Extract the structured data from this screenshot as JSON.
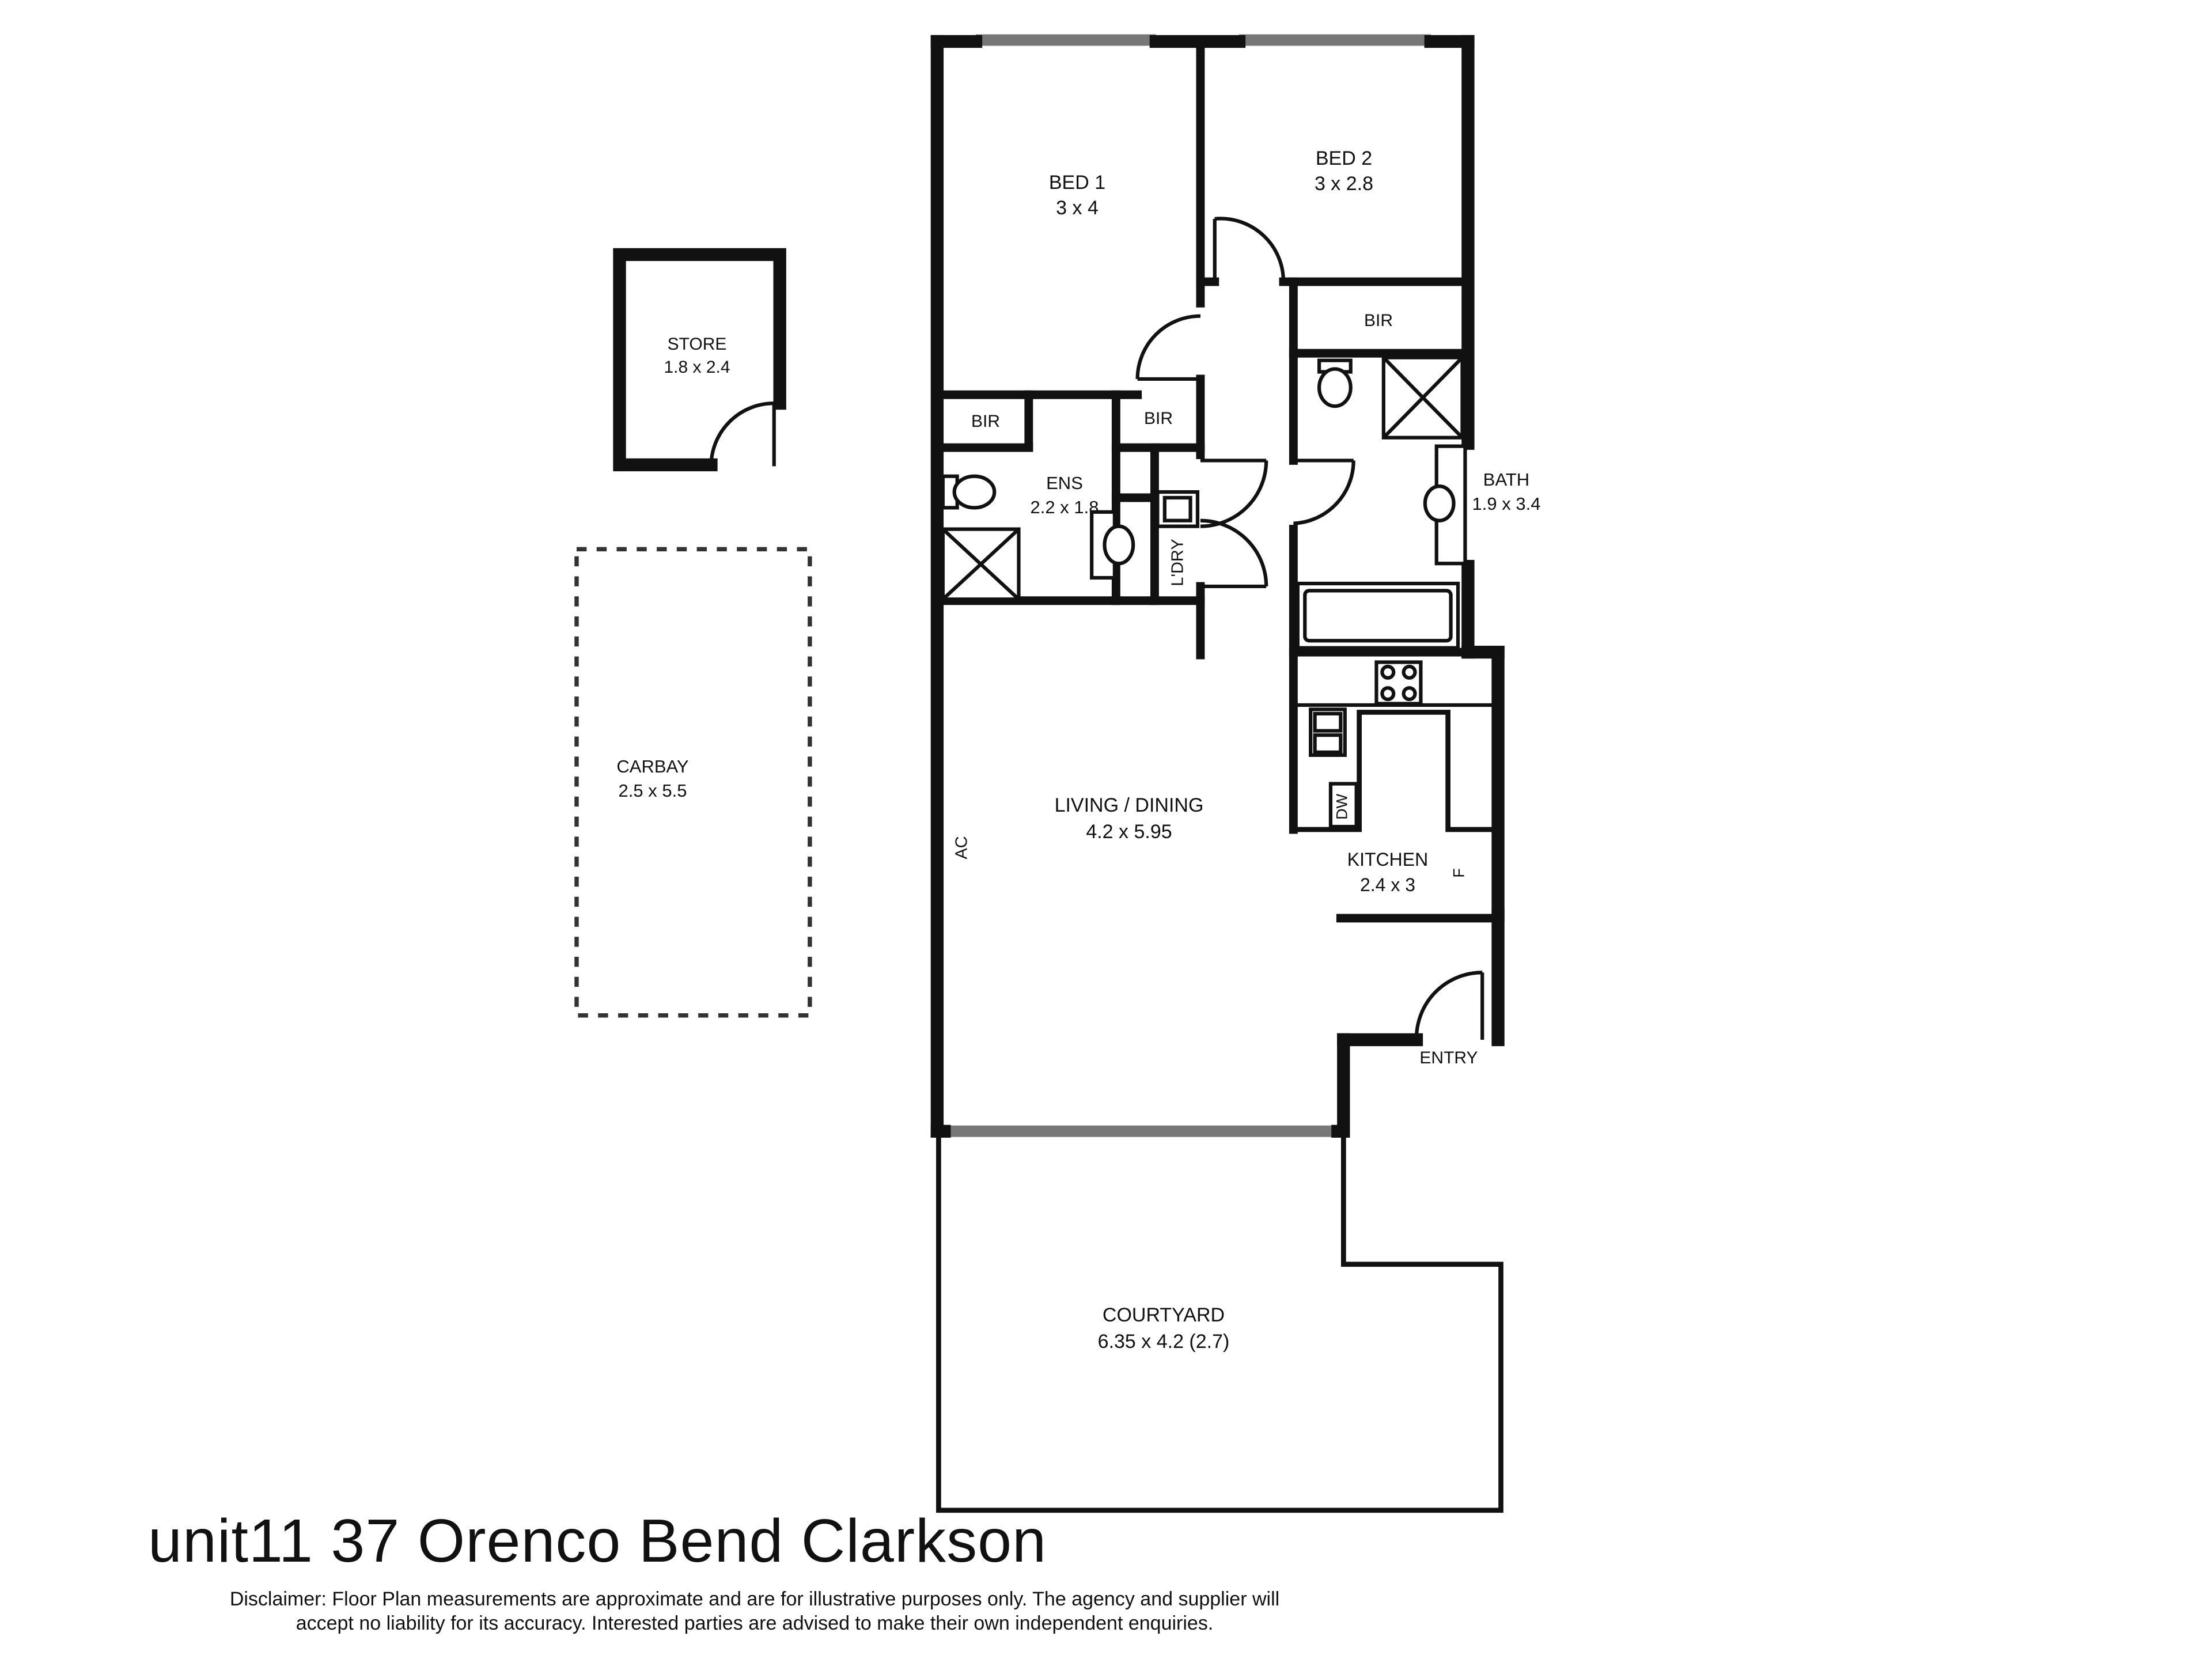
{
  "rooms": {
    "bed1": {
      "name": "BED 1",
      "size": "3 x 4"
    },
    "bed2": {
      "name": "BED 2",
      "size": "3 x 2.8"
    },
    "bir_bed2": {
      "name": "BIR"
    },
    "bir_left": {
      "name": "BIR"
    },
    "bir_mid": {
      "name": "BIR"
    },
    "ens": {
      "name": "ENS",
      "size": "2.2 x 1.8"
    },
    "laundry": {
      "name": "L'DRY"
    },
    "bath": {
      "name": "BATH",
      "size": "1.9 x 3.4"
    },
    "store": {
      "name": "STORE",
      "size": "1.8 x 2.4"
    },
    "carbay": {
      "name": "CARBAY",
      "size": "2.5 x 5.5"
    },
    "living": {
      "name": "LIVING / DINING",
      "size": "4.2 x 5.95"
    },
    "kitchen": {
      "name": "KITCHEN",
      "size": "2.4 x 3"
    },
    "entry": {
      "name": "ENTRY"
    },
    "courtyard": {
      "name": "COURTYARD",
      "size": "6.35 x 4.2 (2.7)"
    }
  },
  "fixtures": {
    "ac": "AC",
    "dishwasher": "DW",
    "fridge": "F"
  },
  "footer": {
    "address": "unit11 37 Orenco Bend Clarkson",
    "disclaimer_line1": "Disclaimer: Floor Plan measurements are approximate and are for illustrative purposes only. The agency and supplier will",
    "disclaimer_line2": "accept no liability for its accuracy. Interested parties are advised to make their own independent enquiries."
  }
}
